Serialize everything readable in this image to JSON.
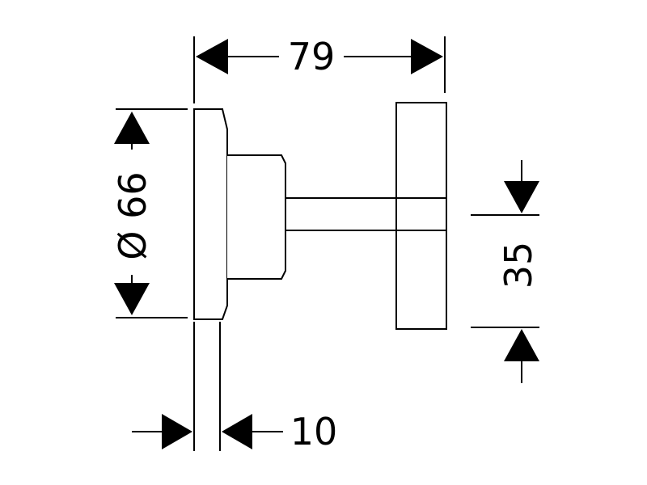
{
  "dimensions": {
    "overall_width": "79",
    "diameter": "Ø 66",
    "rosette_thickness": "10",
    "handle_height": "35"
  },
  "colors": {
    "line": "#000000",
    "background": "#ffffff"
  }
}
